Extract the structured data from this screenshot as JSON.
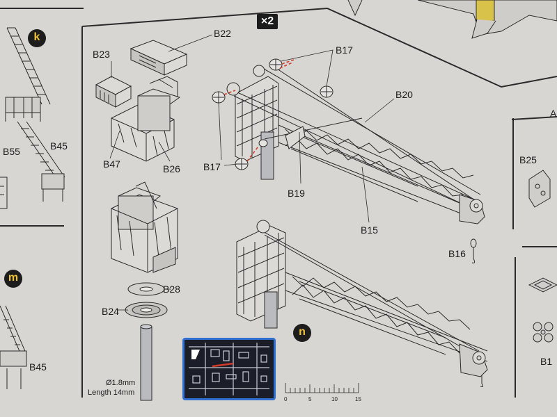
{
  "badge": {
    "multiplier": "×2"
  },
  "steps": {
    "k": "k",
    "m": "m",
    "n": "n"
  },
  "labels": {
    "b22": "B22",
    "b23": "B23",
    "b17_top": "B17",
    "b20": "B20",
    "b47": "B47",
    "b26": "B26",
    "b17_left": "B17",
    "b19": "B19",
    "b15": "B15",
    "b55": "B55",
    "b45_top": "B45",
    "b25": "B25",
    "b16": "B16",
    "b28": "B28",
    "b24": "B24",
    "b45_bottom": "B45",
    "b1": "B1",
    "a_partial": "A"
  },
  "rod_spec": {
    "diameter": "Ø1.8mm",
    "length": "Length 14mm"
  },
  "scale": {
    "ticks": [
      "0",
      "5",
      "10",
      "15"
    ]
  },
  "colors": {
    "paper": "#d8d6d2",
    "line": "#2a2a2a",
    "step_text": "#f0c23a",
    "inset_border": "#2f6fd0",
    "arrow": "#d23b2a",
    "accent_yellow": "#d9c24a"
  }
}
